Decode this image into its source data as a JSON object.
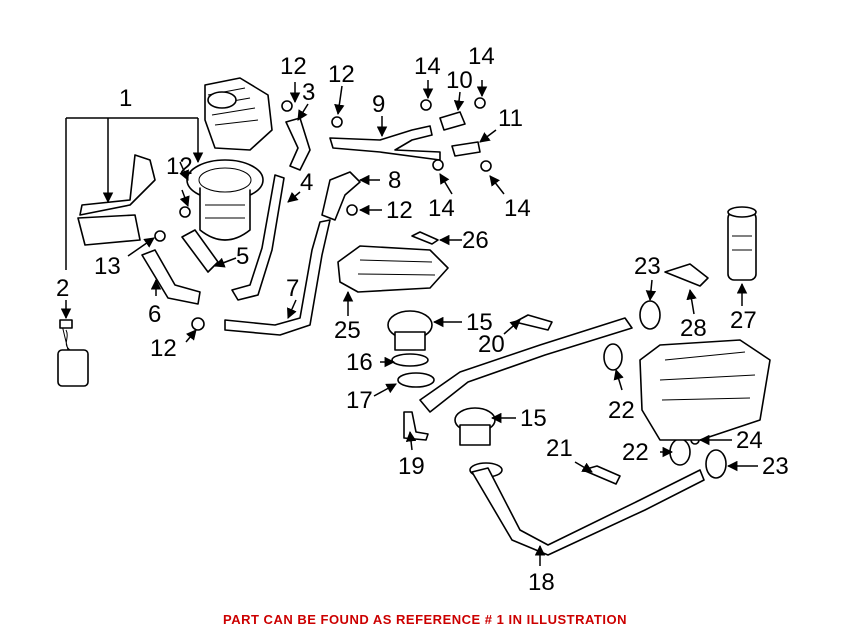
{
  "callouts": {
    "c1": "1",
    "c2": "2",
    "c3": "3",
    "c4": "4",
    "c5": "5",
    "c6": "6",
    "c7": "7",
    "c8": "8",
    "c9": "9",
    "c10": "10",
    "c11": "11",
    "c12": "12",
    "c13": "13",
    "c14": "14",
    "c15": "15",
    "c16": "16",
    "c17": "17",
    "c18": "18",
    "c19": "19",
    "c20": "20",
    "c21": "21",
    "c22": "22",
    "c23": "23",
    "c24": "24",
    "c25": "25",
    "c26": "26",
    "c27": "27",
    "c28": "28"
  },
  "footer": {
    "note": "PART CAN BE FOUND AS REFERENCE # 1 IN ILLUSTRATION",
    "color": "#cc0000"
  }
}
